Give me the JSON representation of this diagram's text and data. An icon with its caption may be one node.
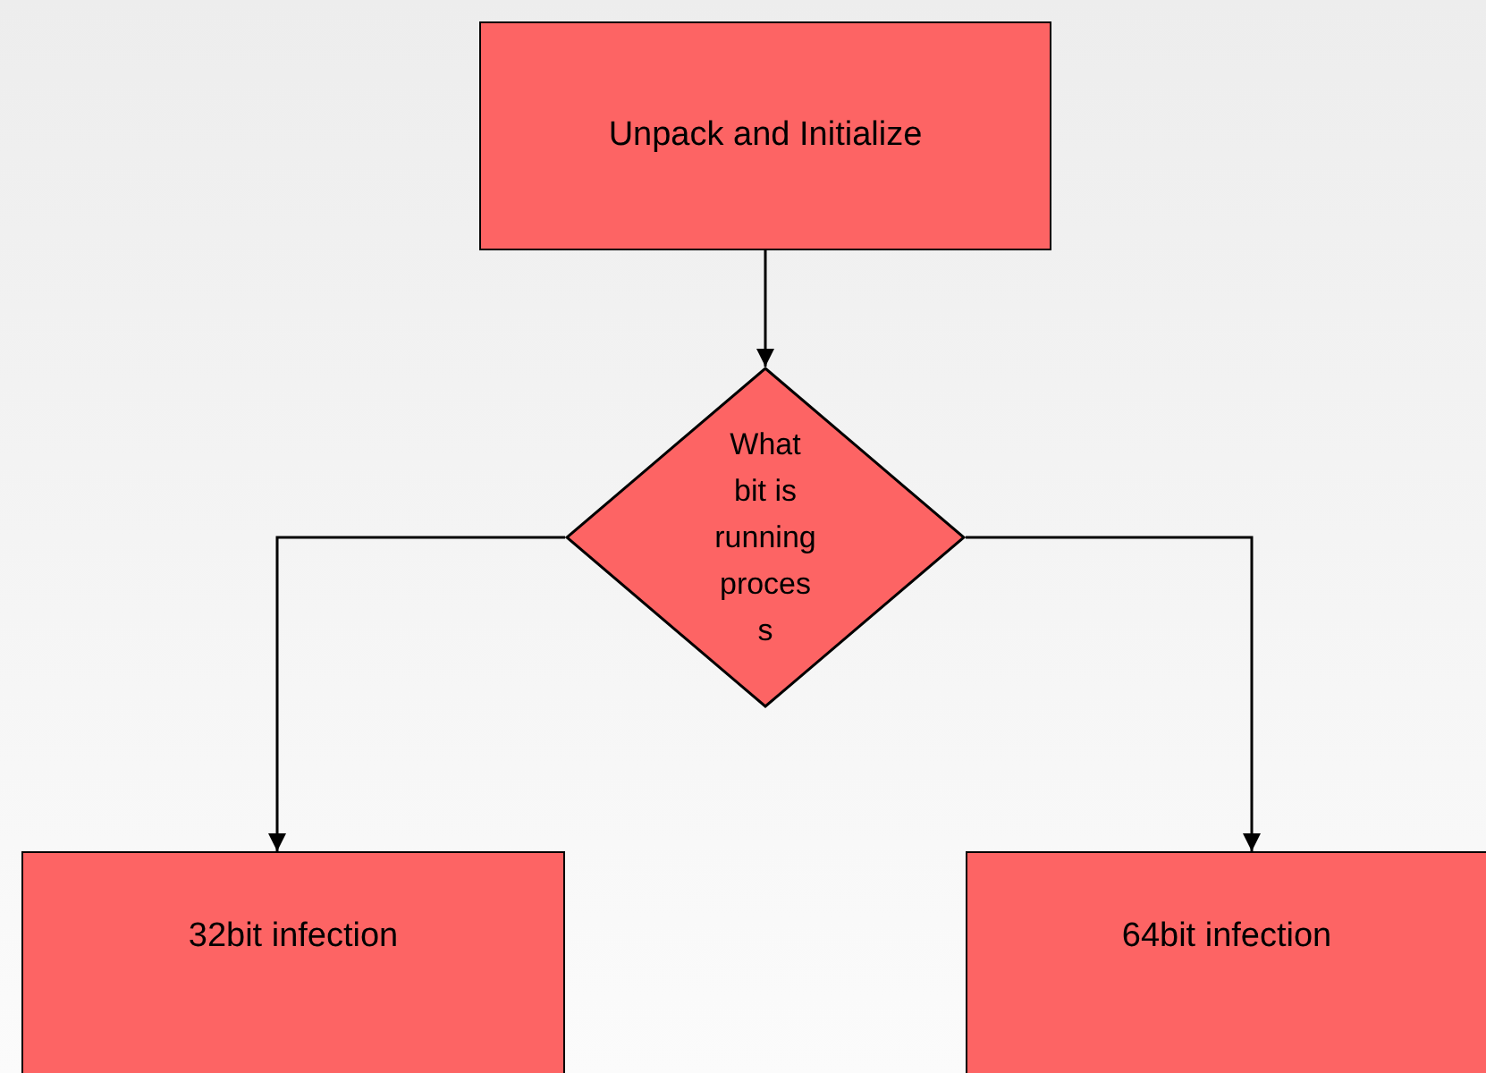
{
  "diagram": {
    "nodes": [
      {
        "text": [
          "Unpack and Initialize"
        ]
      },
      {
        "text": [
          "What bit is running process"
        ]
      },
      {
        "text": [
          "32bit infection"
        ]
      },
      {
        "text": [
          "64bit infection"
        ]
      }
    ],
    "edges": [
      {
        "from": 0,
        "to": 1,
        "arrow": "to"
      },
      {
        "from": 1,
        "to": 2,
        "arrow": "to"
      },
      {
        "from": 1,
        "to": 3,
        "arrow": "to"
      }
    ]
  }
}
